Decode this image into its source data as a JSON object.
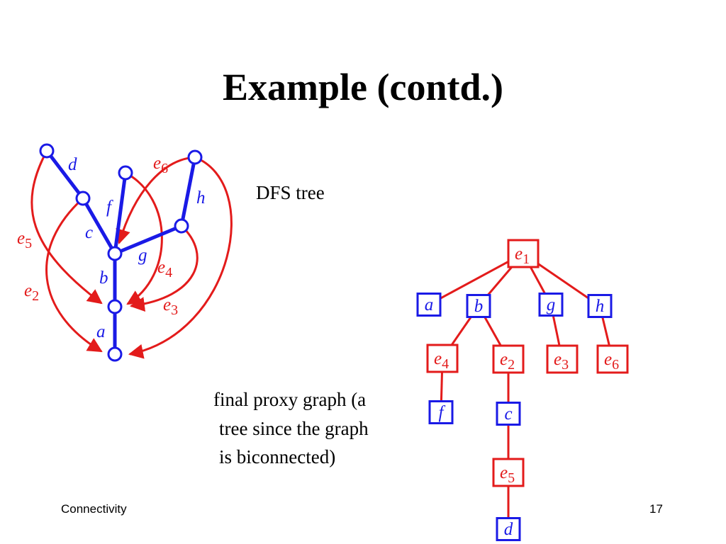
{
  "slide": {
    "title": "Example (contd.)",
    "dfs_label": "DFS tree",
    "caption": [
      "final proxy graph (a",
      "tree since the graph",
      "is biconnected)"
    ],
    "footer_left": "Connectivity",
    "page_number": "17"
  },
  "colors": {
    "tree": "#1a1ae6",
    "edge": "#e31b1b",
    "text": "#000000"
  },
  "dfs_graph": {
    "tree_labels": {
      "a": "a",
      "b": "b",
      "c": "c",
      "d": "d",
      "f": "f",
      "g": "g",
      "h": "h"
    },
    "back_edges": [
      {
        "id": "e2",
        "base": "e",
        "sub": "2"
      },
      {
        "id": "e3",
        "base": "e",
        "sub": "3"
      },
      {
        "id": "e4",
        "base": "e",
        "sub": "4"
      },
      {
        "id": "e5",
        "base": "e",
        "sub": "5"
      },
      {
        "id": "e6",
        "base": "e",
        "sub": "6"
      }
    ]
  },
  "proxy_tree": {
    "nodes": [
      {
        "id": "e1",
        "base": "e",
        "sub": "1",
        "kind": "edge"
      },
      {
        "id": "a",
        "base": "a",
        "sub": "",
        "kind": "tree"
      },
      {
        "id": "b",
        "base": "b",
        "sub": "",
        "kind": "tree"
      },
      {
        "id": "g",
        "base": "g",
        "sub": "",
        "kind": "tree"
      },
      {
        "id": "h",
        "base": "h",
        "sub": "",
        "kind": "tree"
      },
      {
        "id": "e4",
        "base": "e",
        "sub": "4",
        "kind": "edge"
      },
      {
        "id": "e2",
        "base": "e",
        "sub": "2",
        "kind": "edge"
      },
      {
        "id": "e3",
        "base": "e",
        "sub": "3",
        "kind": "edge"
      },
      {
        "id": "e6",
        "base": "e",
        "sub": "6",
        "kind": "edge"
      },
      {
        "id": "f",
        "base": "f",
        "sub": "",
        "kind": "tree"
      },
      {
        "id": "c",
        "base": "c",
        "sub": "",
        "kind": "tree"
      },
      {
        "id": "e5",
        "base": "e",
        "sub": "5",
        "kind": "edge"
      },
      {
        "id": "d",
        "base": "d",
        "sub": "",
        "kind": "tree"
      }
    ],
    "edges": [
      [
        "e1",
        "a"
      ],
      [
        "e1",
        "b"
      ],
      [
        "e1",
        "g"
      ],
      [
        "e1",
        "h"
      ],
      [
        "b",
        "e4"
      ],
      [
        "b",
        "e2"
      ],
      [
        "g",
        "e3"
      ],
      [
        "h",
        "e6"
      ],
      [
        "e4",
        "f"
      ],
      [
        "e2",
        "c"
      ],
      [
        "c",
        "e5"
      ],
      [
        "e5",
        "d"
      ]
    ]
  }
}
